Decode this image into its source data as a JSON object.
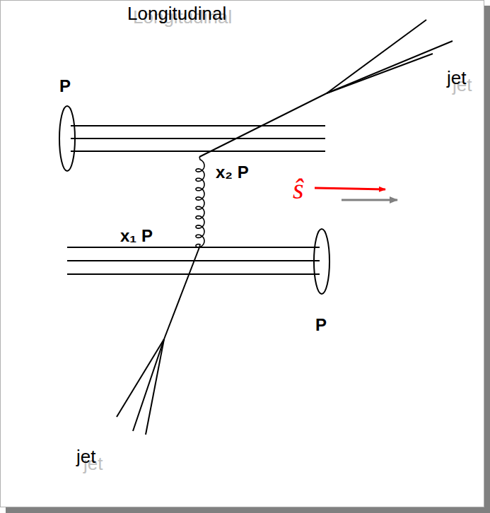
{
  "diagram": {
    "title": "Longitudinal",
    "labels": [
      "Longitudinal",
      "P",
      "jet",
      "jet",
      "x₂ P",
      "ŝ",
      "x₁ P",
      "P",
      "jet",
      "jet"
    ]
  }
}
